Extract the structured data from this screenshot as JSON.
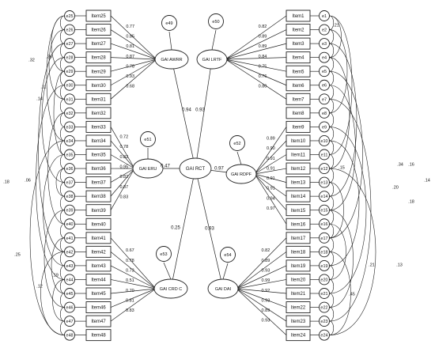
{
  "left_items": [
    "Item25",
    "Item26",
    "Item27",
    "Item28",
    "Item29",
    "Item30",
    "Item31",
    "Item32",
    "Item33",
    "Item34",
    "Item35",
    "Item36",
    "Item37",
    "Item38",
    "Item39",
    "Item40",
    "Item41",
    "Item42",
    "Item43",
    "Item44",
    "Item45",
    "Item46",
    "Item47",
    "Item48"
  ],
  "left_errors": [
    "e25",
    "e26",
    "e27",
    "e28",
    "e29",
    "e30",
    "e31",
    "e32",
    "e33",
    "e34",
    "e35",
    "e36",
    "e37",
    "e38",
    "e39",
    "e40",
    "e41",
    "e42",
    "e43",
    "e44",
    "e45",
    "e46",
    "e47",
    "e48"
  ],
  "right_items": [
    "Item1",
    "Item2",
    "Item3",
    "Item4",
    "Item5",
    "Item6",
    "Item7",
    "Item8",
    "Item9",
    "Item10",
    "Item11",
    "Item12",
    "Item13",
    "Item14",
    "Item15",
    "Item16",
    "Item17",
    "Item18",
    "Item19",
    "Item20",
    "Item21",
    "Item22",
    "Item23",
    "Item24"
  ],
  "right_errors": [
    "e1",
    "e2",
    "e3",
    "e4",
    "e5",
    "e6",
    "e7",
    "e8",
    "e9",
    "e10",
    "e11",
    "e12",
    "e13",
    "e14",
    "e15",
    "e16",
    "e17",
    "e18",
    "e19",
    "e20",
    "e21",
    "e22",
    "e23",
    "e24"
  ],
  "latents": {
    "central": "GAI RCT",
    "awrr": "GAI AWRR",
    "eru": "GAI ERU",
    "crdc": "GAI CRD C",
    "lrtf": "GAI LRTF",
    "rdpf": "GAI RDPF",
    "dai": "GAI DAI"
  },
  "disturbances": {
    "awrr": "e49",
    "eru": "e51",
    "crdc": "e53",
    "lrtf": "e50",
    "rdpf": "e52",
    "dai": "e54"
  },
  "second_order_loadings": {
    "awrr": "0.94",
    "lrtf": "0.93",
    "eru": "0.47",
    "rdpf": "0.97",
    "crdc": "0.25",
    "dai": "0.93"
  },
  "loadings": {
    "awrr": [
      "0.77",
      "0.85",
      "0.81",
      "0.87",
      "0.78",
      "0.93",
      "0.68"
    ],
    "eru": [
      "0.72",
      "0.78",
      "0.82",
      "0.95",
      "0.82",
      "0.87",
      "0.83"
    ],
    "crdc": [
      "0.67",
      "0.78",
      "0.73",
      "0.51",
      "0.70",
      "0.81",
      "0.83"
    ],
    "lrtf": [
      "0.82",
      "0.89",
      "0.89",
      "0.84",
      "0.75",
      "0.76",
      "0.80"
    ],
    "rdpf": [
      "0.89",
      "0.90",
      "0.91",
      "0.91",
      "0.91",
      "0.91",
      "0.94",
      "0.97"
    ],
    "dai": [
      "0.82",
      "0.89",
      "0.93",
      "0.99",
      "0.92",
      "0.93",
      "0.89",
      "0.93"
    ]
  },
  "left_cov_labels": [
    ".26",
    ".32",
    ".11",
    ".14",
    ".19",
    ".12",
    ".25",
    ".06",
    ".18"
  ],
  "right_cov_labels": [
    ".21",
    ".15",
    ".34",
    ".16",
    ".14",
    ".20",
    ".18",
    ".13",
    ".21",
    ".45"
  ]
}
